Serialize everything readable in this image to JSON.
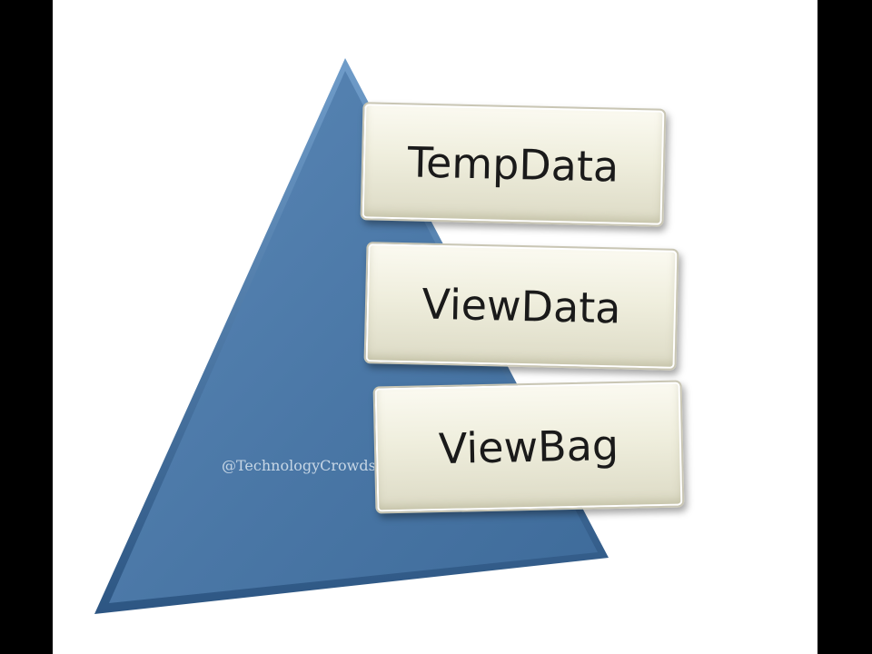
{
  "diagram": {
    "boxes": [
      {
        "label": "TempData"
      },
      {
        "label": "ViewData"
      },
      {
        "label": "ViewBag"
      }
    ],
    "watermark": "@TechnologyCrowds",
    "colors": {
      "pyramid_fill": "#4a77a6",
      "pyramid_edge": "#2f5a86",
      "box_fill": "#efeedd",
      "background": "#ffffff",
      "letterbox": "#000000"
    }
  }
}
